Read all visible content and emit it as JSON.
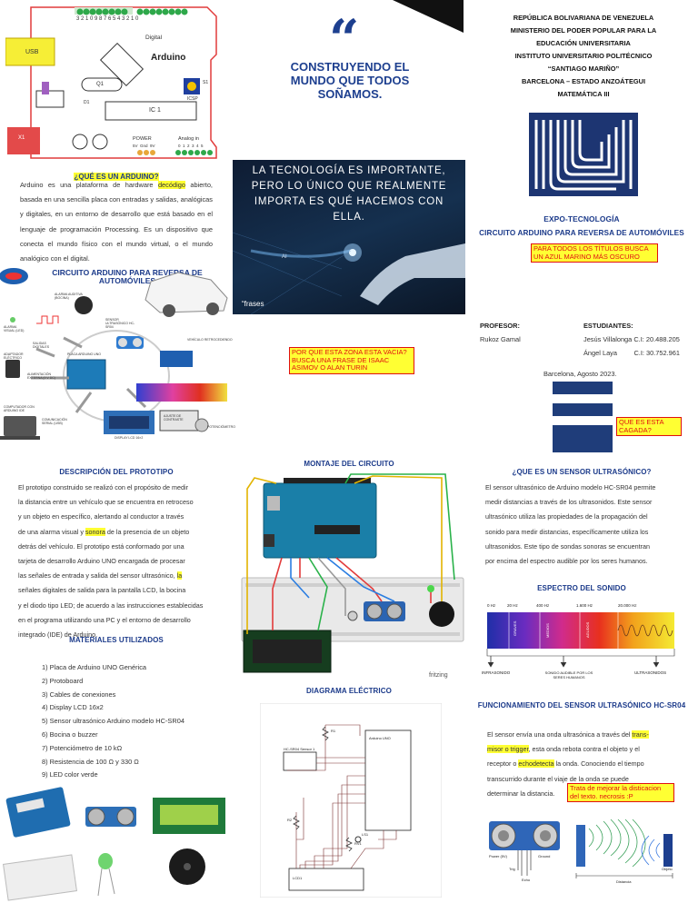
{
  "col1": {
    "arduino_board": {
      "usb": "USB",
      "digital": "Digital",
      "brand": "Arduino",
      "ic1": "IC 1",
      "q1": "Q1",
      "icsp": "ICSP",
      "s1": "S1",
      "power": "POWER",
      "power_pins": "5V  Gnd  9V",
      "analog_in": "Analog in",
      "analog_pins": "0  1  2  3  4  5",
      "pin_numbers": "3 2 1 0 9 8   7 6 5 4 3 2 1 0",
      "x1": "X1",
      "d1": "D1"
    },
    "what_is_arduino": {
      "heading": "¿QUÉ ES UN ARDUINO?",
      "text_a": "Arduino es una plataforma de hardware ",
      "text_hl": "decódigo",
      "text_b": " abierto, basada en una sencilla placa con entradas y salidas, analógicas y digitales, en un entorno de desarrollo que está basado en el lenguaje de programación Processing. Es un dispositivo que conecta el mundo físico con el mundo virtual, o el mundo analógico con el digital."
    },
    "diagram": {
      "title": "CIRCUITO ARDUINO PARA REVERSA DE AUTOMÓVILES",
      "labels": [
        "ALARMA AUDITIVA (BOCINA)",
        "ALARMA VISUAL (LED)",
        "SENSOR ULTRASÓNICO HC-SR04",
        "PLACA ARDUINO UNO",
        "SALIDAS DIGITALES",
        "ADAPTADOR ELÉCTRICO",
        "ALIMENTACIÓN EXTERNA (9 V DC)",
        "COMPUTADOR CON ARDUINO IDE",
        "COMUNICACIÓN SERIAL (USB)",
        "DISPLAY LCD 16×2",
        "AJUSTE DE CONTRASTE",
        "POTENCIÓMETRO",
        "VEHÍCULO RETROCEDIENDO"
      ]
    },
    "description": {
      "heading": "DESCRIPCIÓN DEL PROTOTIPO",
      "lines": [
        "El prototipo construido se realizó con el propósito de medir",
        "la distancia entre un vehículo que se encuentra en retroceso",
        " y un objeto en específico, alertando al conductor a través",
        " de una alarma visual y ",
        "detrás del vehículo. El prototipo está conformado por una",
        " tarjeta de desarrollo Arduino UNO encargada de procesar",
        "las señales de entrada y salida del sensor ultrasónico, ",
        " señales digitales de salida para la pantalla LCD, la bocina",
        "y el diodo tipo LED; de acuerdo a las instrucciones establecidas",
        " en el programa utilizando una PC y el entorno de desarrollo",
        "integrado (IDE) de Arduino."
      ],
      "hl_sonora": "sonora",
      "after_sonora": " de la presencia de un objeto",
      "hl_la": "la"
    },
    "materials": {
      "heading": "MATERIALES UTILIZADOS",
      "items": [
        "1) Placa de Arduino UNO Genérica",
        "2) Protoboard",
        "3) Cables de conexiones",
        "4) Display LCD 16x2",
        "5) Sensor ultrasónico Arduino modelo HC-SR04",
        "6) Bocina o buzzer",
        "7) Potenciómetro de 10 kΩ",
        "8) Resistencia de 100 Ω y 330 Ω",
        "9) LED color verde"
      ]
    }
  },
  "col2": {
    "quote_mark": "“",
    "slogan": "CONSTRUYENDO EL MUNDO QUE TODOS SOÑAMOS.",
    "image_quote": "LA TECNOLOGÍA ES IMPORTANTE, PERO LO ÚNICO QUE REALMENTE IMPORTA ES QUÉ HACEMOS CON ELLA.",
    "image_ai": "AI",
    "image_brand": "“frases",
    "note_vacia": "POR QUE ESTA ZONA ESTA VACIA? BUSCA UNA FRASE DE ISAAC ASIMOV O ALAN TURIN",
    "montaje_heading": "MONTAJE DEL CIRCUITO",
    "fritzing": "fritzing",
    "diagrama_heading": "DIAGRAMA ELÉCTRICO",
    "schematic_labels": [
      "Arduino UNO",
      "HC-SR04 Sensor 1",
      "LCD1",
      "R1",
      "R2",
      "LS1",
      "RV1"
    ]
  },
  "col3": {
    "gov_lines": [
      "REPÚBLICA BOLIVARIANA DE VENEZUELA",
      "MINISTERIO DEL PODER POPULAR PARA LA",
      "EDUCACIÓN UNIVERSITARIA",
      "INSTITUTO UNIVERSITARIO POLITÉCNICO",
      "“SANTIAGO MARIÑO”",
      "BARCELONA – ESTADO ANZOÁTEGUI",
      "MATEMÁTICA III"
    ],
    "expo": "EXPO-TECNOLOGÍA",
    "project_title": "CIRCUITO ARDUINO PARA REVERSA DE AUTOMÓVILES",
    "note_azul": "PARA TODOS LOS TÍTULOS BUSCA UN AZUL MARINO MÁS OSCURO",
    "profesor_label": "PROFESOR:",
    "profesor_name": "Rukoz Gamal",
    "estudiantes_label": "ESTUDIANTES:",
    "student1": "Jesús Villalonga C.I: 20.488.205",
    "student2": "Ángel Laya         C.I: 30.752.961",
    "date": "Barcelona, Agosto 2023.",
    "note_cagada": "QUE ES ESTA CAGADA?",
    "sensor_heading": "¿QUE ES UN SENSOR ULTRASÓNICO?",
    "sensor_lines": [
      "El sensor ultrasónico de Arduino modelo HC-SR04 permite",
      "medir distancias a través de los ultrasonidos. Este sensor",
      "ultrasónico utiliza las propiedades de la propagación del",
      "sonido para medir distancias, específicamente utiliza los",
      "ultrasonidos. Este tipo de sondas sonoras se encuentran",
      " por encima del espectro audible por los seres humanos."
    ],
    "spectrum_heading": "ESPECTRO DEL SONIDO",
    "spectrum": {
      "freqs": [
        "0 Hz",
        "20 Hz",
        "400 Hz",
        "1.600 Hz",
        "20.000 Hz"
      ],
      "bands": [
        "GRAVES",
        "MEDIOS",
        "AGUDOS"
      ],
      "bottom": [
        "INFRASONIDO",
        "SONIDO AUDIBLE POR LOS SERES HUMANOS",
        "ULTRASONIDOS"
      ]
    },
    "func_heading": "FUNCIONAMIENTO DEL SENSOR ULTRASÓNICO HC-SR04",
    "func": {
      "a": "El sensor envía una onda ultrasónica a través del ",
      "hl1": "trans-",
      "hl2": "misor o trigger",
      "b": ", esta onda rebota contra el objeto y el",
      "c": "receptor o ",
      "hl3": "echodetecta",
      "d": " la onda. Conociendo el tiempo",
      "e": "transcurrido durante el viaje de la onda se puede",
      "f": "determinar la distancia."
    },
    "note_necrosis": "Trata de mejorar la disticacion del texto. necrosis :P",
    "sensor_fig_labels": [
      "Power (5V)",
      "Ground",
      "Trig",
      "Echo",
      "Objeto",
      "Distancia"
    ]
  },
  "colors": {
    "title_blue": "#1b3a8a",
    "highlight": "#ffff33",
    "note_red": "#e01010",
    "slogan": "#1d3f8f"
  }
}
